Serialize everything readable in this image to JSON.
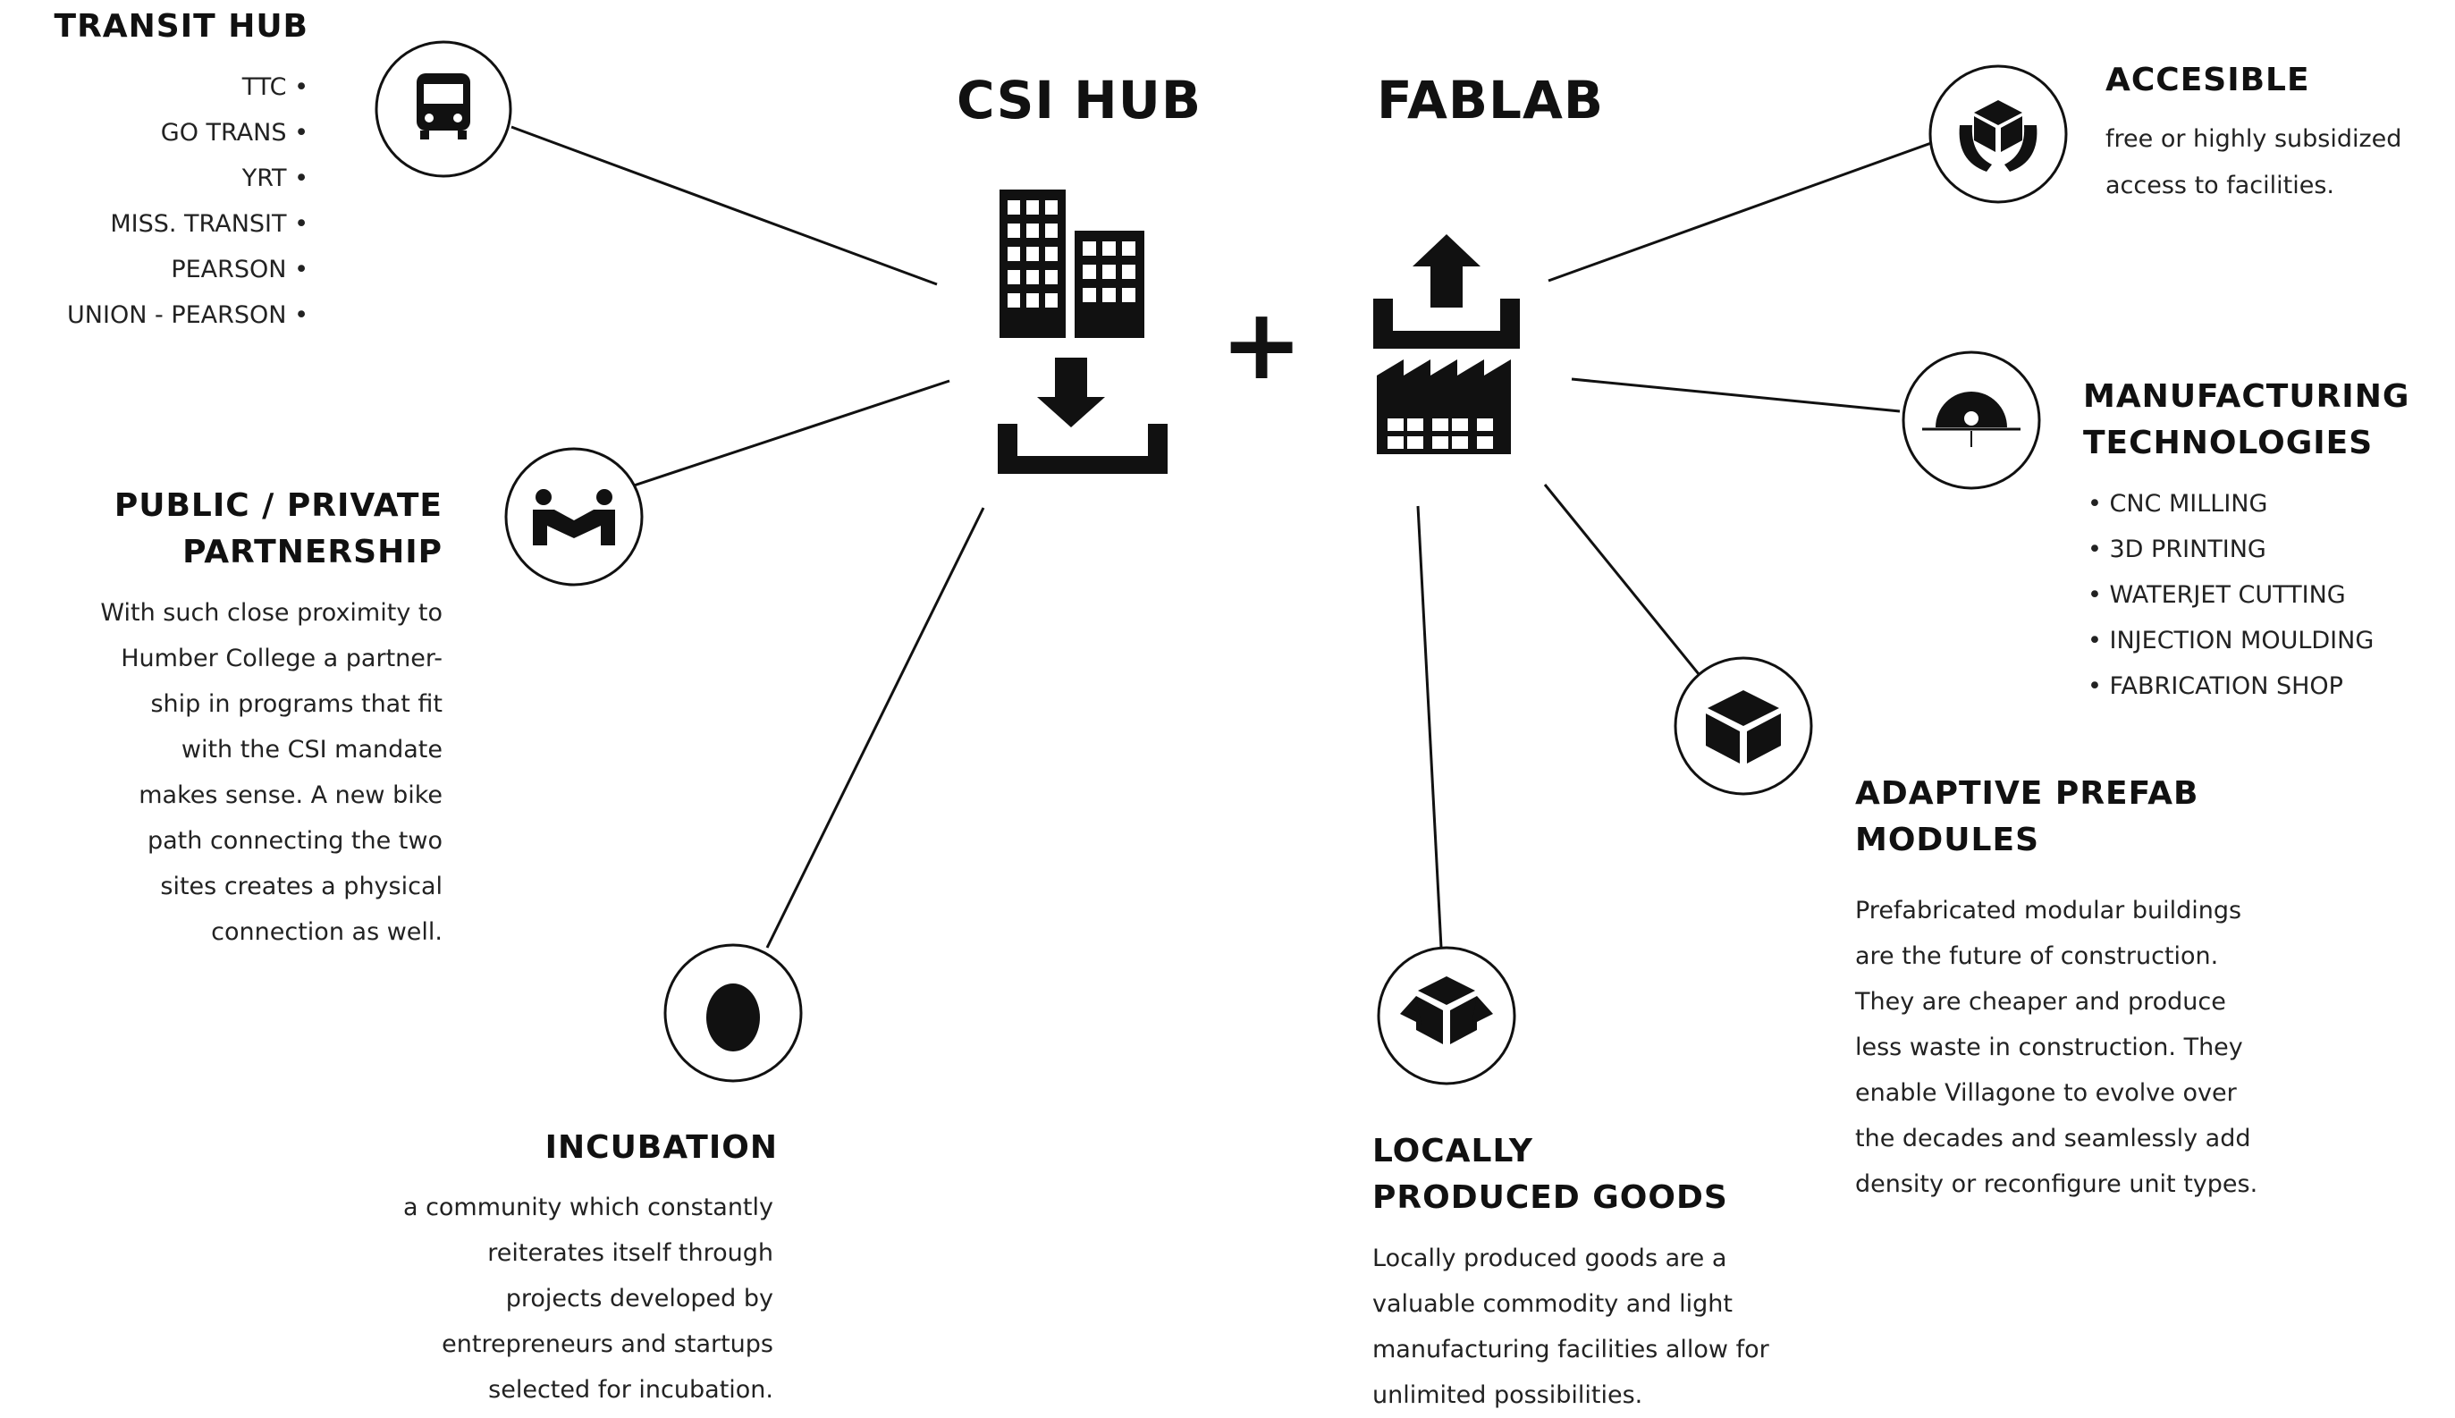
{
  "hubs": {
    "csi_title": "CSI HUB",
    "fablab_title": "FABLAB",
    "plus": "+"
  },
  "transit": {
    "title": "TRANSIT HUB",
    "items": [
      "TTC •",
      "GO TRANS •",
      "YRT •",
      "MISS. TRANSIT •",
      "PEARSON •",
      "UNION - PEARSON •"
    ],
    "icon": "bus-icon"
  },
  "public_private": {
    "title_line1": "PUBLIC / PRIVATE",
    "title_line2": "PARTNERSHIP",
    "body": [
      "With such close proximity to",
      "Humber College a partner-",
      "ship in programs that fit",
      "with the CSI mandate",
      "makes sense. A new bike",
      "path connecting the two",
      "sites creates a physical",
      "connection as well."
    ],
    "icon": "handshake-icon"
  },
  "incubation": {
    "title": "INCUBATION",
    "body": [
      "a community which constantly",
      "reiterates itself through",
      "projects developed by",
      "entrepreneurs and startups",
      "selected for incubation."
    ],
    "icon": "egg-icon"
  },
  "accessible": {
    "title": "ACCESIBLE",
    "body": [
      "free or highly subsidized",
      "access to facilities."
    ],
    "icon": "hands-box-icon"
  },
  "manufacturing": {
    "title_line1": "MANUFACTURING",
    "title_line2": "TECHNOLOGIES",
    "items": [
      "• CNC MILLING",
      "• 3D PRINTING",
      "• WATERJET CUTTING",
      "• INJECTION MOULDING",
      "• FABRICATION SHOP"
    ],
    "icon": "sawblade-icon"
  },
  "adaptive": {
    "title_line1": "ADAPTIVE PREFAB",
    "title_line2": "MODULES",
    "body": [
      "Prefabricated modular buildings",
      "are the future of construction.",
      "They are cheaper and produce",
      "less waste in construction. They",
      "enable Villagone to evolve over",
      "the decades and seamlessly add",
      "density or reconfigure unit types."
    ],
    "icon": "cube-icon"
  },
  "local_goods": {
    "title_line1": "LOCALLY",
    "title_line2": "PRODUCED GOODS",
    "body": [
      "Locally produced goods are a",
      "valuable commodity and light",
      "manufacturing facilities allow for",
      "unlimited possibilities."
    ],
    "icon": "open-box-icon"
  },
  "colors": {
    "ink": "#111111",
    "background": "#ffffff"
  }
}
